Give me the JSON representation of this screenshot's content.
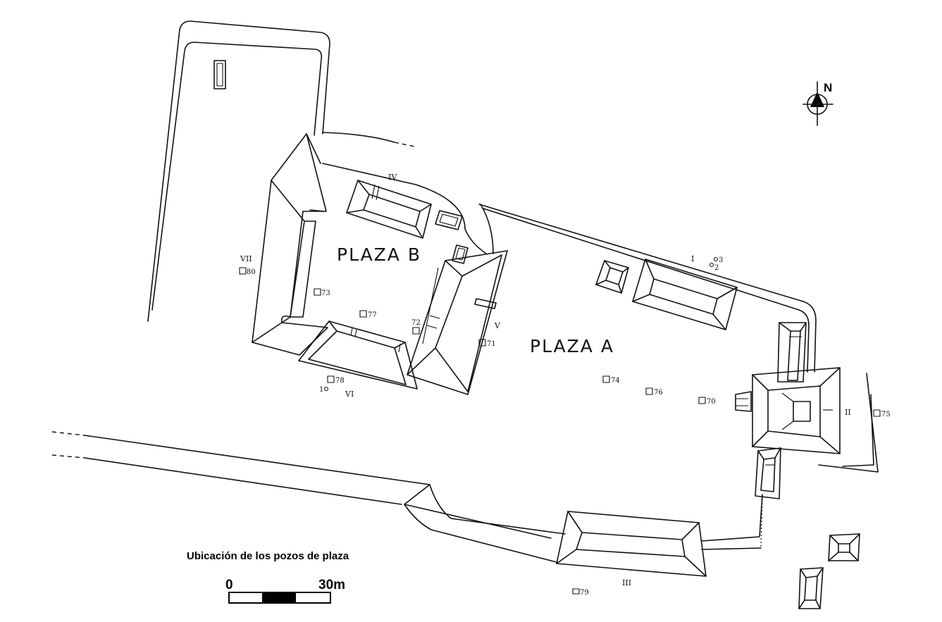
{
  "plazas": {
    "a": "PLAZA A",
    "b": "PLAZA B"
  },
  "structures": {
    "i": "I",
    "ii": "II",
    "iii": "III",
    "iv": "IV",
    "v": "V",
    "vi": "VI",
    "vii": "VII"
  },
  "pits": {
    "p70": "70",
    "p71": "71",
    "p72": "72",
    "p73": "73",
    "p74": "74",
    "p75": "75",
    "p76": "76",
    "p77": "77",
    "p78": "78",
    "p79": "79",
    "p80": "80"
  },
  "wells": {
    "w1": "1",
    "w2": "2",
    "w3": "3"
  },
  "north_label": "N",
  "caption": "Ubicación de los pozos de plaza",
  "scale": {
    "start": "0",
    "end": "30m"
  }
}
